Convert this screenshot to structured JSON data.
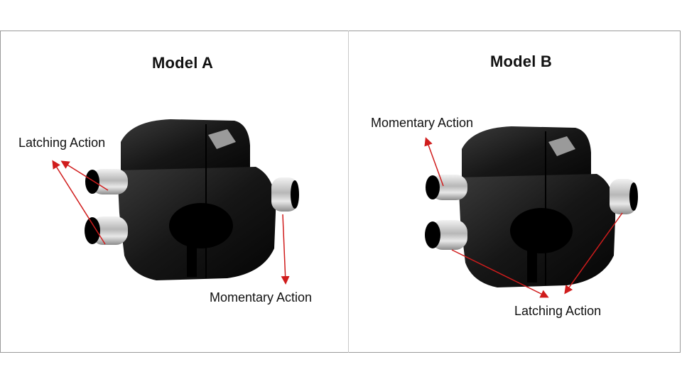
{
  "panels": [
    {
      "title": "Model A",
      "labels": {
        "latching": "Latching Action",
        "momentary": "Momentary Action"
      }
    },
    {
      "title": "Model B",
      "labels": {
        "momentary": "Momentary Action",
        "latching": "Latching Action"
      }
    }
  ],
  "colors": {
    "arrow": "#d01c1c",
    "body": "#1a1a1a",
    "chrome": "#c9c9c9",
    "border": "#9a9a9a"
  }
}
